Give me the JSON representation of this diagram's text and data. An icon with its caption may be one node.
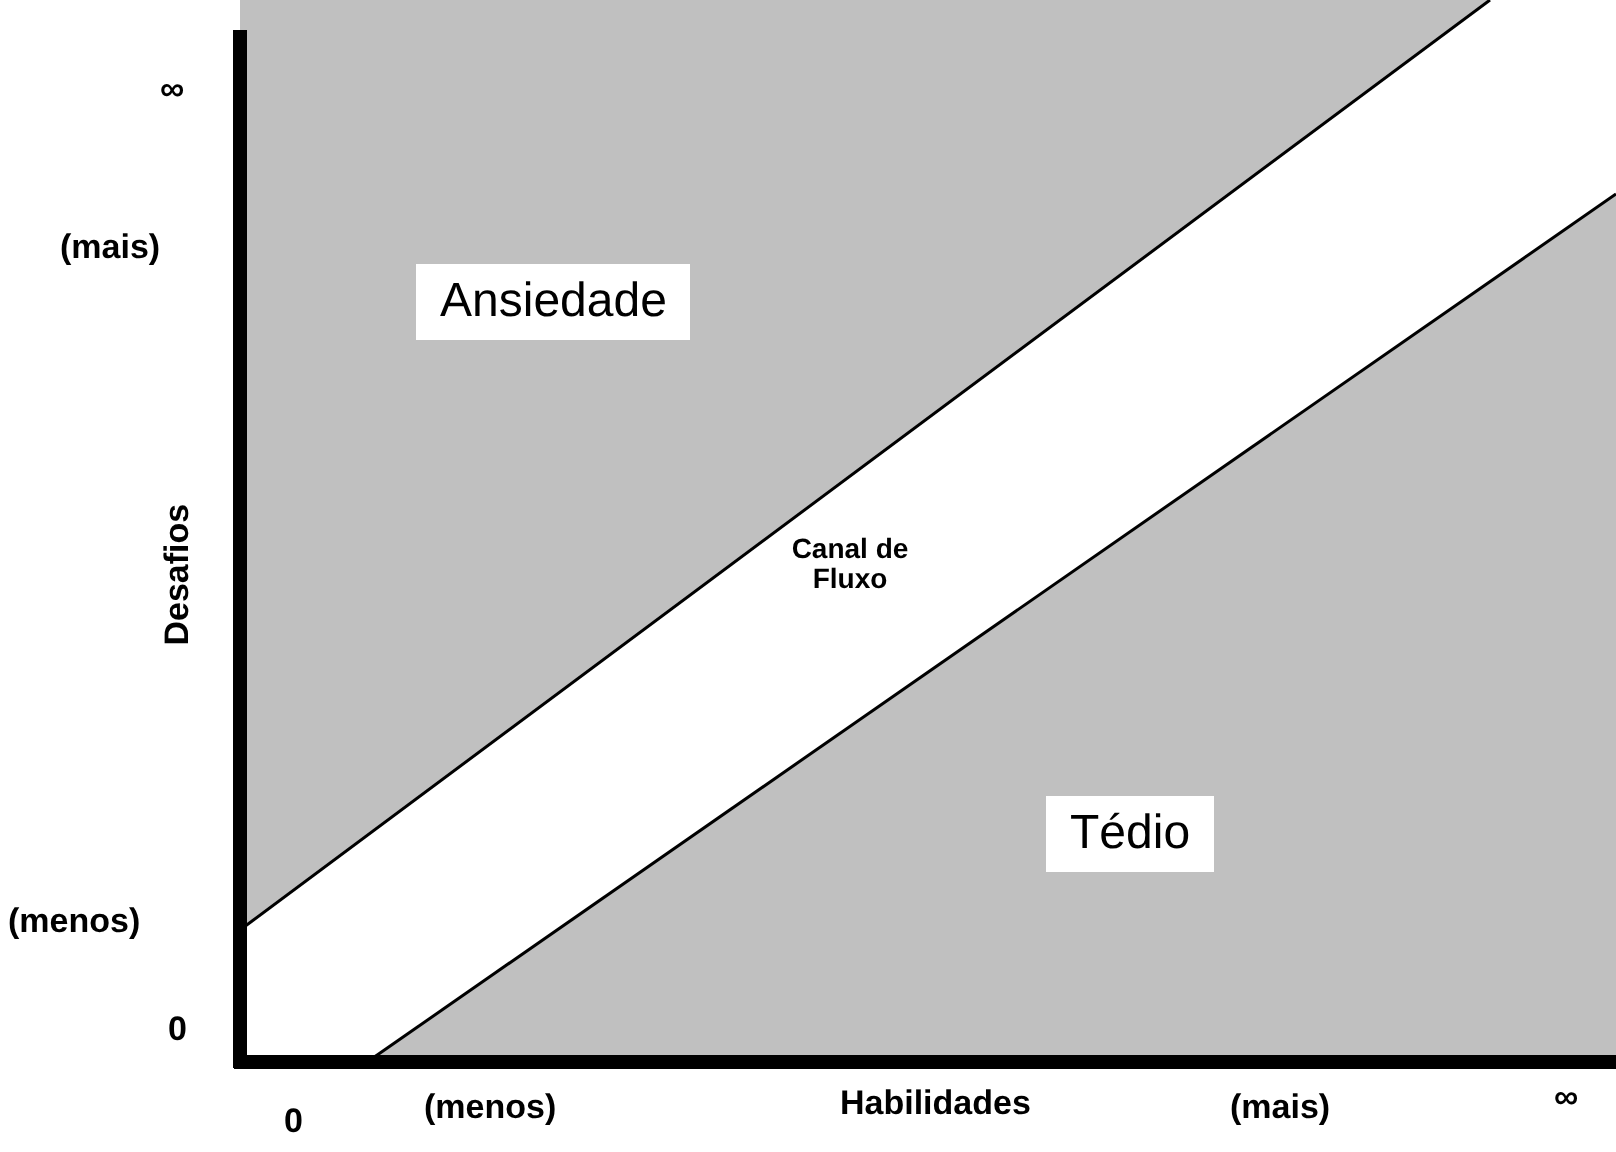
{
  "diagram": {
    "labels": [
      "∞",
      "(mais)",
      "Ansiedade",
      "Desafios",
      "Canal de Fluxo",
      "Tédio",
      "(menos)",
      "0",
      "0",
      "(menos)",
      "Habilidades",
      "(mais)",
      "∞"
    ]
  }
}
